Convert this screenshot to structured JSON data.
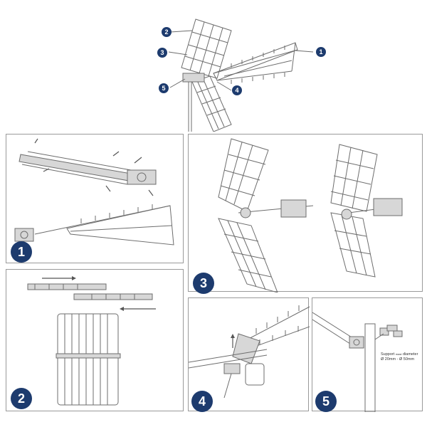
{
  "colors": {
    "badge": "#1d3b6e",
    "line": "#6d6d6d",
    "panel_border": "#9a9a9a"
  },
  "top_callouts": [
    "1",
    "2",
    "3",
    "4",
    "5"
  ],
  "steps": [
    {
      "badge": "1"
    },
    {
      "badge": "2"
    },
    {
      "badge": "3"
    },
    {
      "badge": "4"
    },
    {
      "badge": "5"
    }
  ],
  "step5_note": {
    "line1": "Support",
    "line1b": "mast",
    "line1c": "diameter",
    "line2": "Ø 20mm - Ø 50mm"
  }
}
